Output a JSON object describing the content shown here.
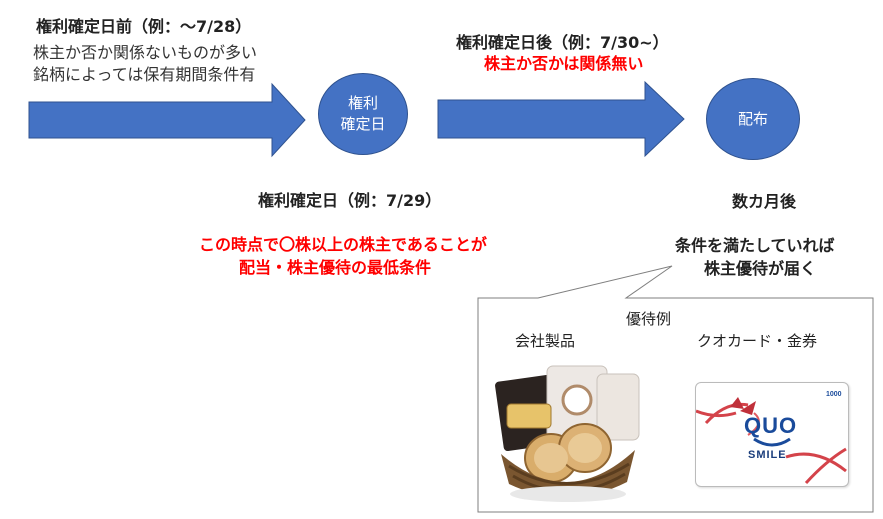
{
  "before": {
    "title": "権利確定日前（例：～7/28）",
    "line1": "株主か否か関係ないものが多い",
    "line2": "銘柄によっては保有期間条件有"
  },
  "after": {
    "title": "権利確定日後（例：7/30~）",
    "note": "株主か否かは関係無い"
  },
  "nodes": {
    "record_date_line1": "権利",
    "record_date_line2": "確定日",
    "distribution": "配布"
  },
  "record_date": {
    "title": "権利確定日（例：7/29）",
    "condition_line1": "この時点で〇株以上の株主であることが",
    "condition_line2": "配当・株主優待の最低条件"
  },
  "months_later": "数カ月後",
  "delivery": {
    "line1": "条件を満たしていれば",
    "line2": "株主優待が届く"
  },
  "examples": {
    "heading": "優待例",
    "product_label": "会社製品",
    "card_label": "クオカード・金券"
  },
  "quo_card": {
    "logo_text": "QUO",
    "smile_text": "SMILE",
    "value_text": "1000"
  },
  "colors": {
    "arrow": "#4472c4",
    "highlight": "#ff0000"
  }
}
